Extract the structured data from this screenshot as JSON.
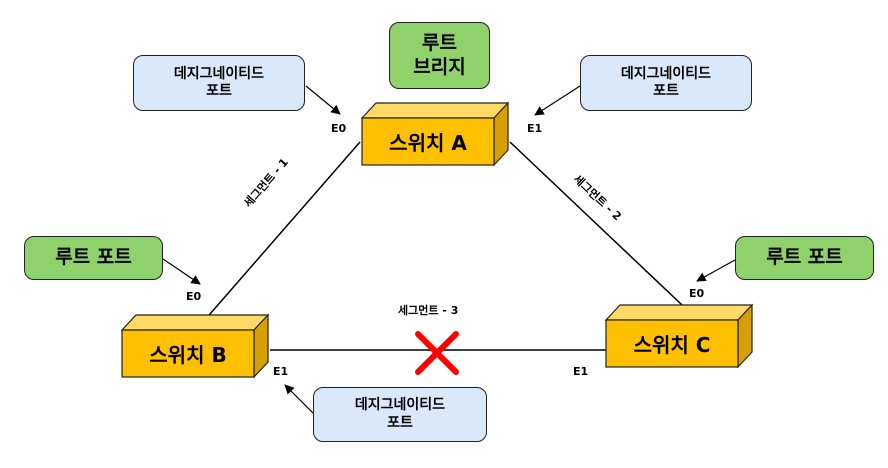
{
  "root_bridge_label": "루트\n브리지",
  "switches": {
    "a": "스위치 A",
    "b": "스위치 B",
    "c": "스위치 C"
  },
  "ports": {
    "a_e0": "E0",
    "a_e1": "E1",
    "b_e0": "E0",
    "b_e1": "E1",
    "c_e0": "E0",
    "c_e1": "E1"
  },
  "segments": {
    "seg1": "세그먼트 - 1",
    "seg2": "세그먼트 - 2",
    "seg3": "세그먼트 - 3"
  },
  "labels": {
    "designated_a_e0": "데지그네이티드\n포트",
    "designated_a_e1": "데지그네이티드\n포트",
    "designated_b_e1": "데지그네이티드\n포트",
    "root_port_b": "루트 포트",
    "root_port_c": "루트 포트"
  },
  "colors": {
    "switch_front": "#ffc000",
    "switch_top": "#ffd966",
    "switch_side": "#d6a000",
    "designated_fill": "#dae8fc",
    "root_fill": "#8fd16a",
    "blocked_mark": "#ff0000"
  },
  "icons": {
    "blocked": "x-mark-icon"
  }
}
